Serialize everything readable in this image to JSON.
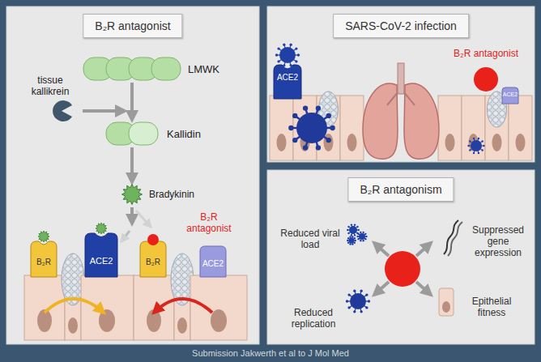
{
  "diagram": {
    "caption": "Submission Jakwerth et al to J Mol Med",
    "nodes": [
      {
        "text": [
          "B₂R antagonist"
        ]
      },
      {
        "text": [
          "LMWK"
        ],
        "in": 0
      },
      {
        "text": [
          "tissue kallikrein"
        ],
        "in": 0
      },
      {
        "text": [
          "Kallidin"
        ],
        "in": 0
      },
      {
        "text": [
          "Bradykinin"
        ],
        "in": 0
      },
      {
        "text": [
          "SARS-CoV-2 infection"
        ]
      },
      {
        "text": [
          "B₂R antagonism"
        ]
      }
    ],
    "edges": [
      {
        "from": 1,
        "to": 3,
        "arrow": "to"
      },
      {
        "from": 3,
        "to": 4,
        "arrow": "to"
      }
    ],
    "labels": [
      "B₂R antagonist",
      "B₂R",
      "ACE2",
      "B₂R",
      "ACE2",
      "ACE2",
      "B₂R antagonist",
      "ACE2",
      "Reduced viral load",
      "Suppressed gene expression",
      "Reduced replication",
      "Epithelial fitness"
    ]
  }
}
